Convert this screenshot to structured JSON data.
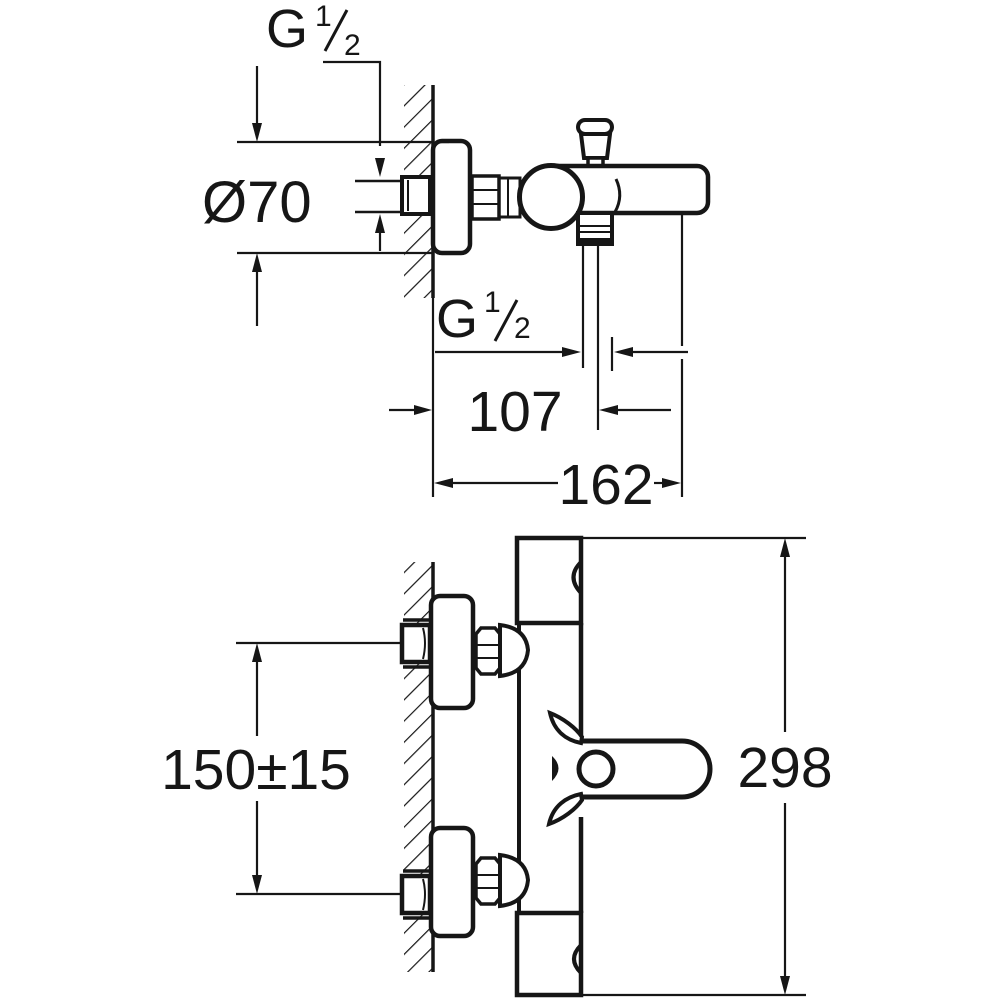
{
  "page": {
    "background": "#ffffff",
    "line_color": "#161616",
    "description": "Technical dimension drawing of wall-mounted bath mixer faucet, two views"
  },
  "dimensions": {
    "supply_thread": {
      "prefix": "G",
      "numerator": "1",
      "denominator": "2"
    },
    "escutcheon_diameter": "Ø70",
    "hose_thread": {
      "prefix": "G",
      "numerator": "1",
      "denominator": "2"
    },
    "hose_center_from_wall": "107",
    "spout_projection": "162",
    "supply_spacing": "150±15",
    "overall_width": "298"
  }
}
